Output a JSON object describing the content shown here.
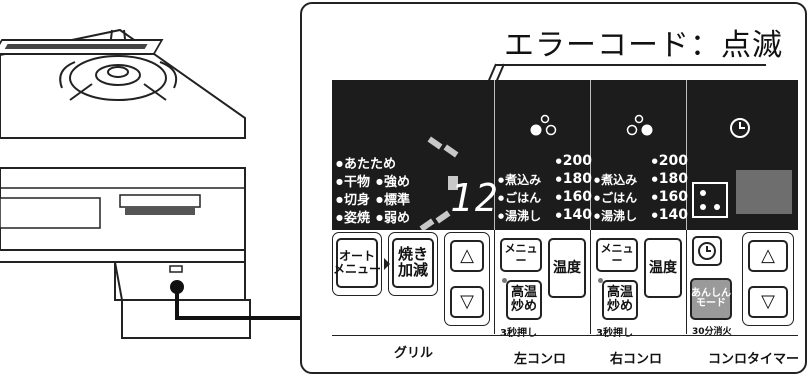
{
  "error_label": "エラーコード：点滅",
  "grill": {
    "menu_row1": [
      "あたため"
    ],
    "menu_row2": [
      "干物",
      "強め"
    ],
    "menu_row3": [
      "切身",
      "標準"
    ],
    "menu_row4": [
      "姿焼",
      "弱め"
    ],
    "display_digits": "12",
    "auto_menu_button": "オート\nメニュー",
    "yaki_kagen_button": "焼き\n加減",
    "up_arrow": "△",
    "down_arrow": "▽",
    "section_label": "グリル"
  },
  "left_burner": {
    "temps": [
      {
        "label": "",
        "value": "200"
      },
      {
        "label": "煮込み",
        "value": "180"
      },
      {
        "label": "ごはん",
        "value": "160"
      },
      {
        "label": "湯沸し",
        "value": "140"
      }
    ],
    "menu_button": "メニュー",
    "temp_button": "温度",
    "high_temp_button": "高温\n炒め",
    "caption": "3秒押し",
    "section_label": "左コンロ"
  },
  "right_burner": {
    "temps": [
      {
        "label": "",
        "value": "200"
      },
      {
        "label": "煮込み",
        "value": "180"
      },
      {
        "label": "ごはん",
        "value": "160"
      },
      {
        "label": "湯沸し",
        "value": "140"
      }
    ],
    "menu_button": "メニュー",
    "temp_button": "温度",
    "high_temp_button": "高温\n炒め",
    "caption": "3秒押し",
    "section_label": "右コンロ"
  },
  "timer": {
    "anshin_button": "あんしん\nモード",
    "caption": "30分消火",
    "section_label": "コンロタイマー",
    "up_arrow": "△",
    "down_arrow": "▽"
  },
  "colors": {
    "display_bg": "#1c1c1c",
    "blink_grey": "#c8c8c8",
    "anshin_bg": "#9a9a9a",
    "timer_box": "#6e6e6e"
  }
}
